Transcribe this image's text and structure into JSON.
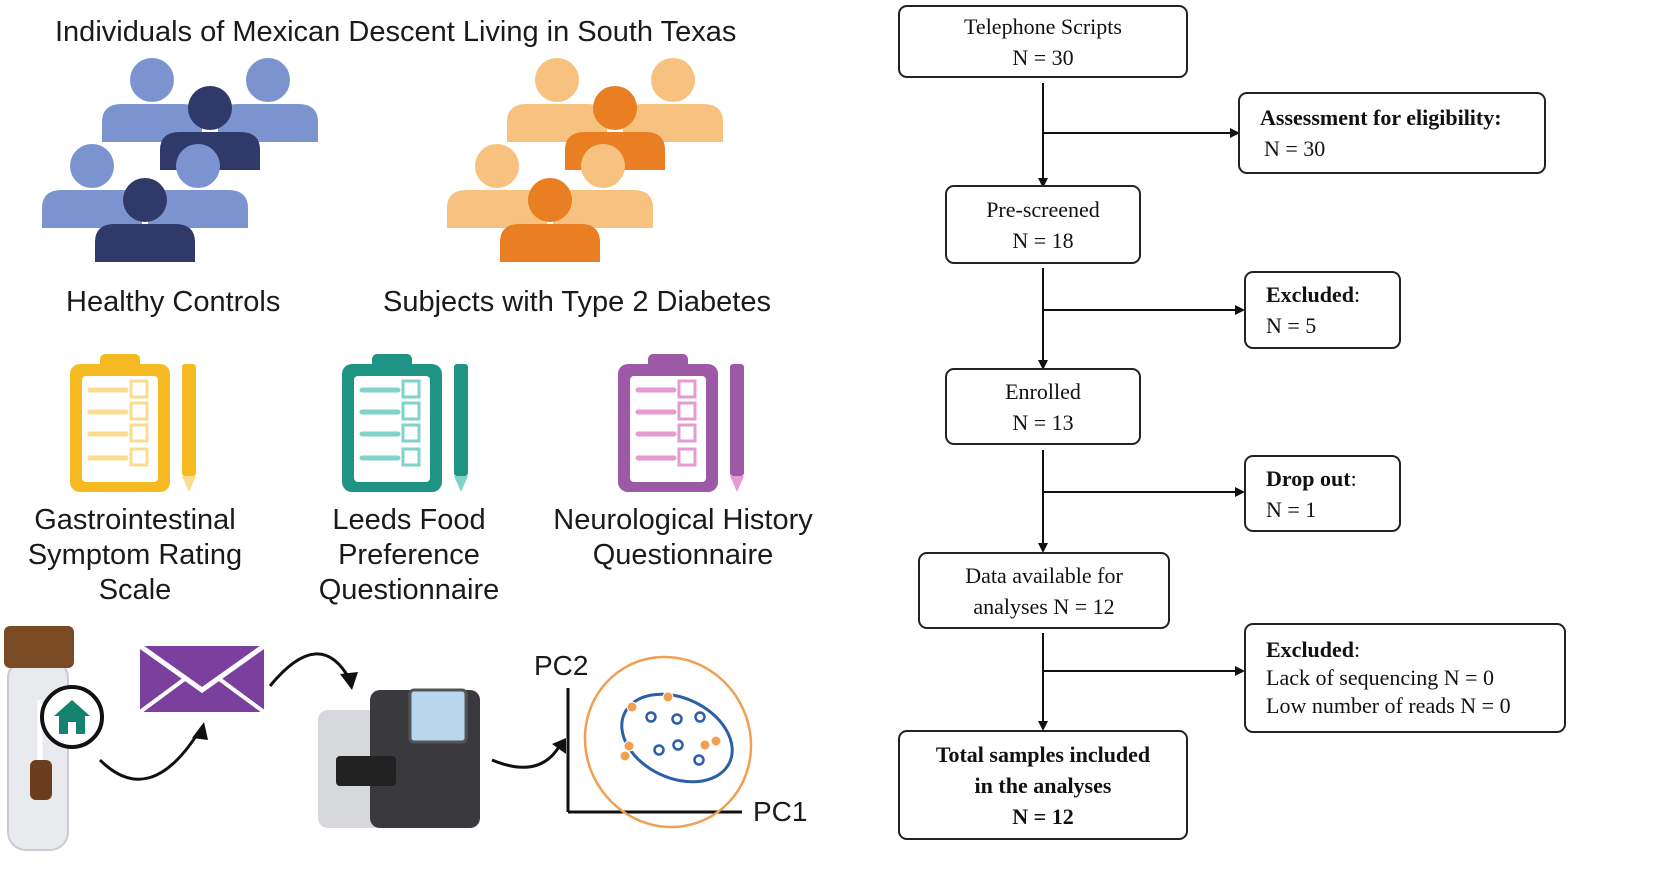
{
  "title": "Individuals of Mexican Descent Living in South Texas",
  "groups": {
    "controls": {
      "label": "Healthy Controls",
      "colors": {
        "light": "#7b93cf",
        "dark": "#2f3a6b"
      }
    },
    "t2d": {
      "label": "Subjects with Type 2 Diabetes",
      "colors": {
        "light": "#f7c27f",
        "dark": "#e97e22"
      }
    }
  },
  "questionnaires": [
    {
      "label_lines": [
        "Gastrointestinal",
        "Symptom Rating",
        "Scale"
      ],
      "color": "#f5b921",
      "light": "#f9dc8e"
    },
    {
      "label_lines": [
        "Leeds Food",
        "Preference",
        "Questionnaire"
      ],
      "color": "#1f9484",
      "light": "#7fd3c8"
    },
    {
      "label_lines": [
        "Neurological History",
        "Questionnaire"
      ],
      "color": "#9b59a6",
      "light": "#e59bd1"
    }
  ],
  "pipeline": {
    "icons": [
      "stool-sample-tube-icon",
      "home-icon",
      "envelope-icon",
      "sequencer-icon",
      "pca-plot-icon"
    ],
    "pca": {
      "xlabel": "PC1",
      "ylabel": "PC2",
      "orange": "#f0a050",
      "blue": "#2b5fa8"
    }
  },
  "flowchart": {
    "telephone": {
      "line1": "Telephone Scripts",
      "line2": "N = 30"
    },
    "assessment": {
      "bold": "Assessment for eligibility:",
      "line2": "N = 30"
    },
    "prescreened": {
      "line1": "Pre-screened",
      "line2": "N = 18"
    },
    "excluded1": {
      "bold": "Excluded",
      "colon": ":",
      "line2": "N = 5"
    },
    "enrolled": {
      "line1": "Enrolled",
      "line2": "N = 13"
    },
    "dropout": {
      "bold": "Drop out",
      "colon": ":",
      "line2": "N = 1"
    },
    "data_available": {
      "line1": "Data available for",
      "line2": "analyses N = 12"
    },
    "excluded2": {
      "bold": "Excluded",
      "colon": ":",
      "line2": "Lack of sequencing N = 0",
      "line3": "Low number of reads N = 0"
    },
    "total": {
      "line1": "Total samples included",
      "line2": "in the analyses",
      "line3": "N = 12"
    }
  }
}
